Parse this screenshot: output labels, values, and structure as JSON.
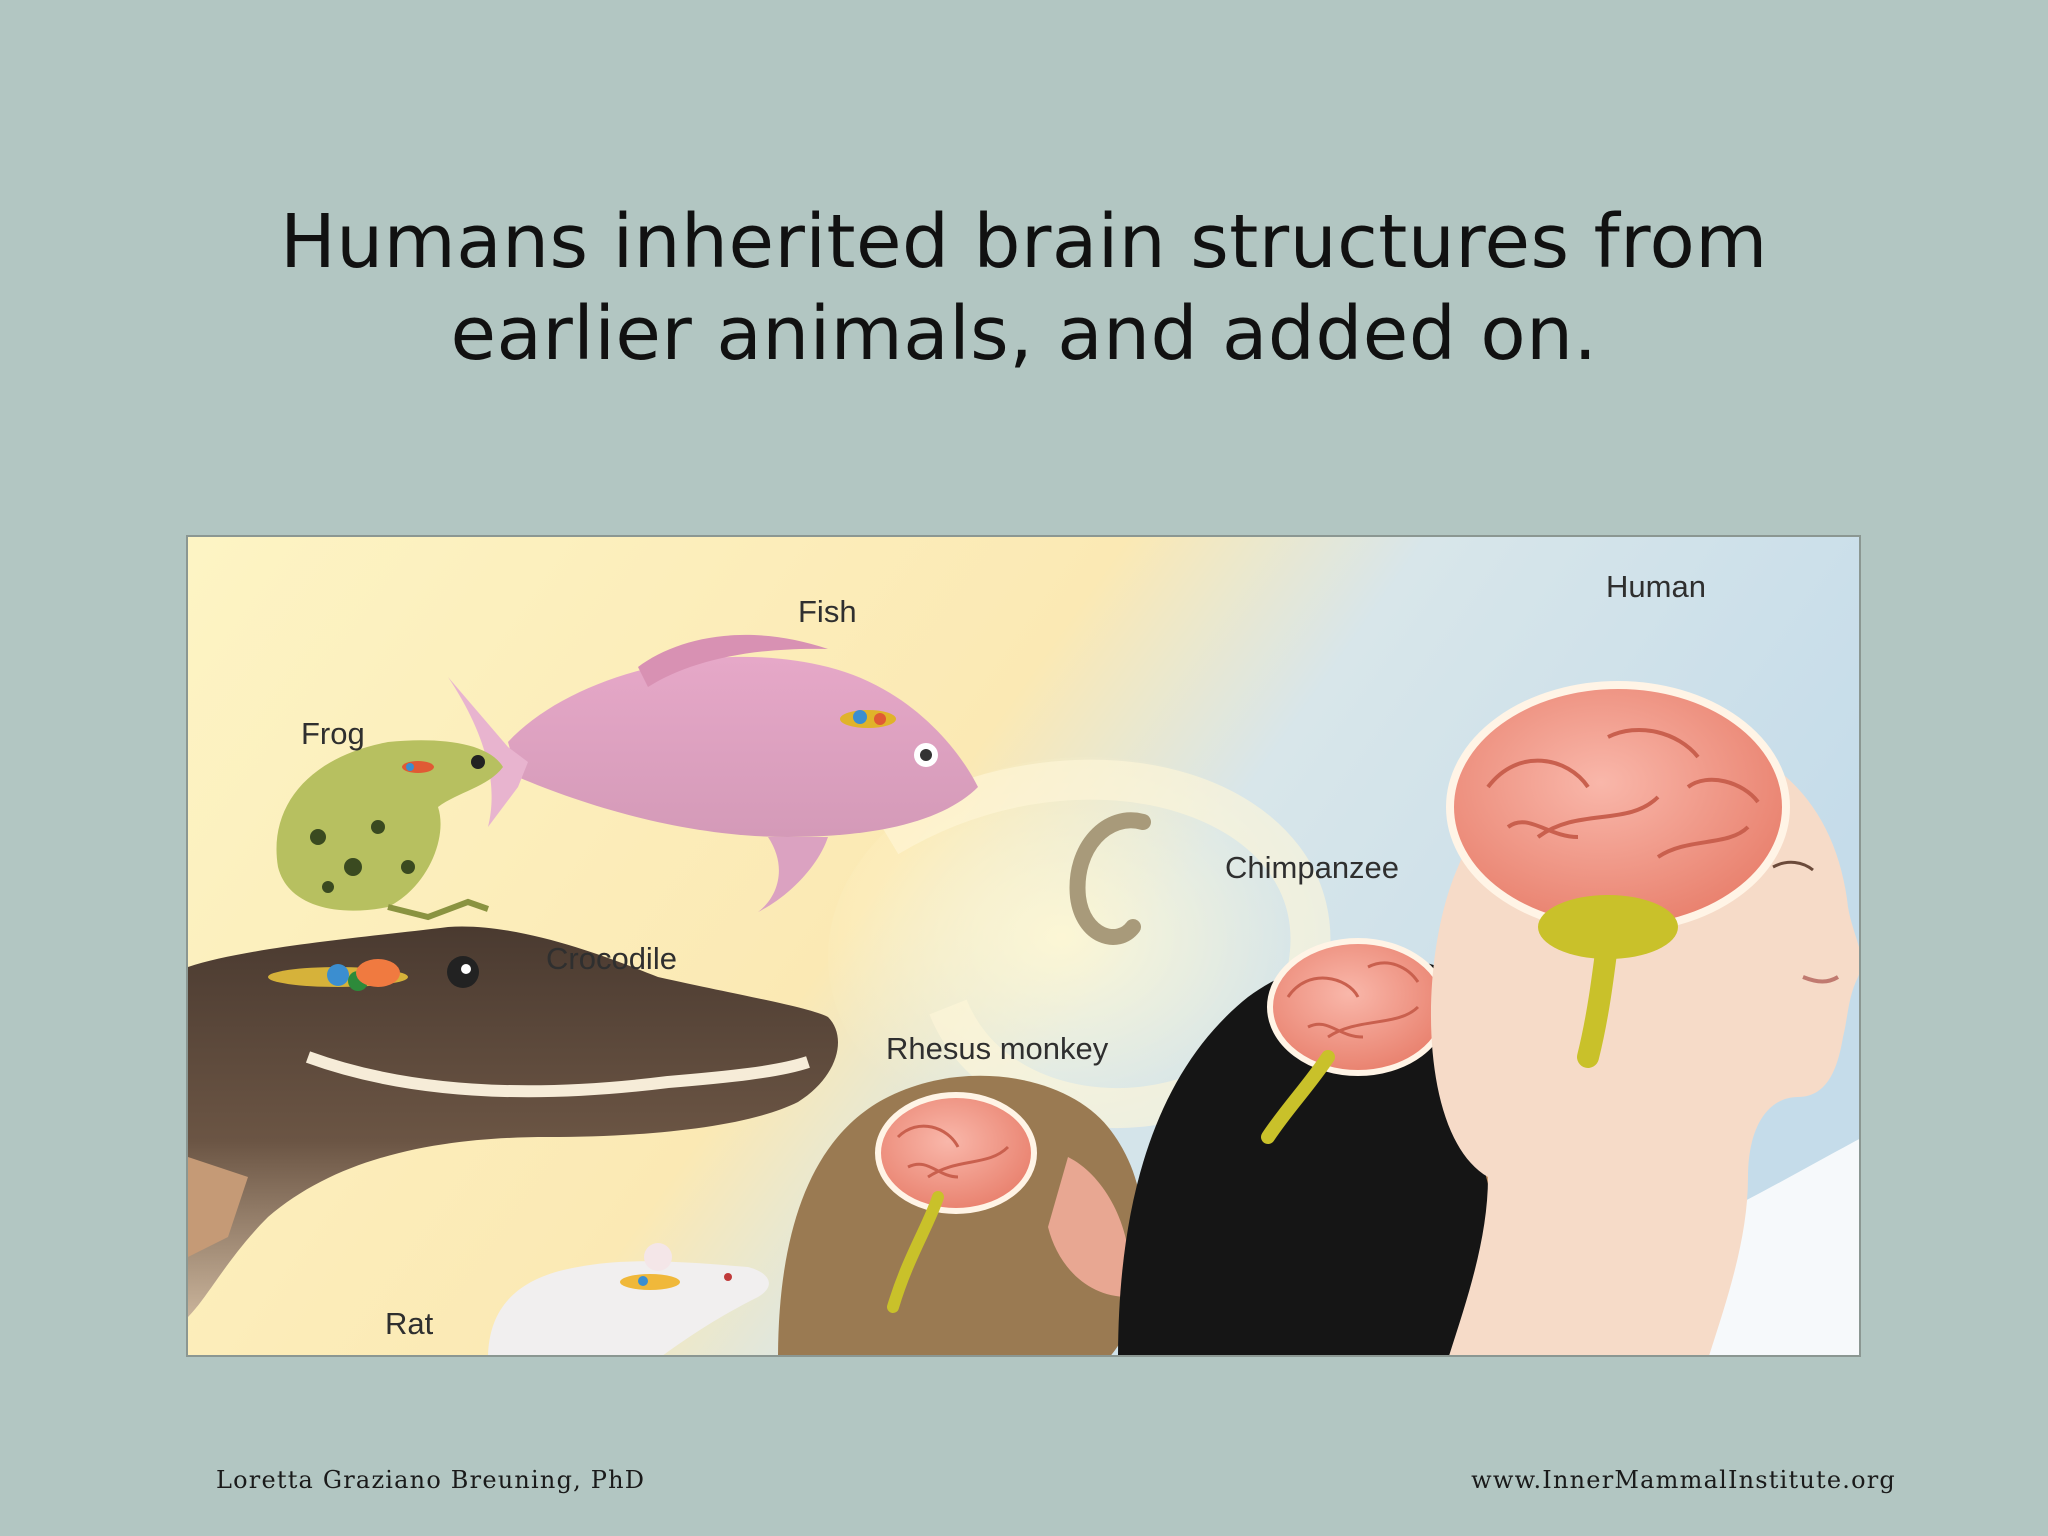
{
  "slide": {
    "title_line1": "Humans inherited brain structures from",
    "title_line2": "earlier animals, and added on."
  },
  "figure": {
    "labels": {
      "fish": "Fish",
      "frog": "Frog",
      "crocodile": "Crocodile",
      "rat": "Rat",
      "rhesus": "Rhesus monkey",
      "chimp": "Chimpanzee",
      "human": "Human"
    }
  },
  "footer": {
    "author": "Loretta Graziano Breuning, PhD",
    "website": "www.InnerMammalInstitute.org"
  },
  "colors": {
    "background": "#b2c6c2",
    "cortex": "#f29a8c",
    "cerebellum": "#c9c12a"
  }
}
